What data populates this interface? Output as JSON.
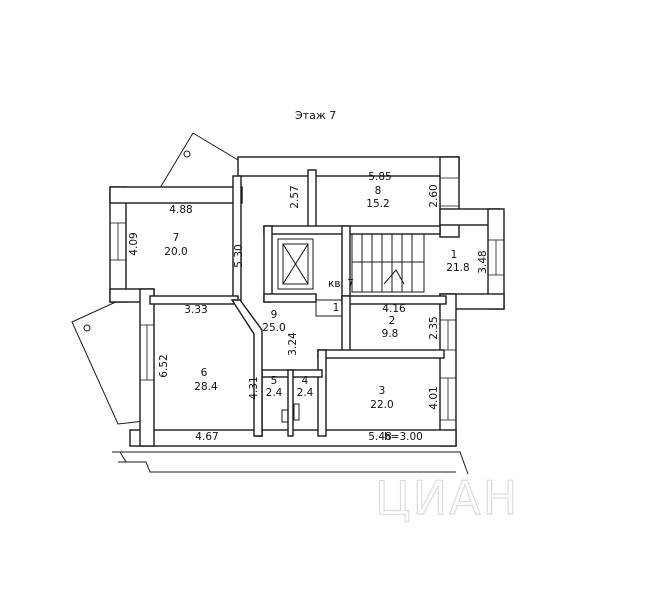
{
  "plan": {
    "title": "Этаж 7",
    "apartment_label": "кв. 7",
    "height_label": "h=3.00",
    "watermark": "ЦИАН"
  },
  "rooms": [
    {
      "number": "1",
      "area": "21.8"
    },
    {
      "number": "2",
      "area": "9.8"
    },
    {
      "number": "3",
      "area": "22.0"
    },
    {
      "number": "4",
      "area": "2.4"
    },
    {
      "number": "5",
      "area": "2.4"
    },
    {
      "number": "6",
      "area": "28.4"
    },
    {
      "number": "7",
      "area": "20.0"
    },
    {
      "number": "8",
      "area": "15.2"
    },
    {
      "number": "9",
      "area": "25.0"
    }
  ],
  "corridor_label": "1",
  "dimensions": [
    "5.85",
    "2.57",
    "2.60",
    "4.88",
    "4.09",
    "5.30",
    "3.48",
    "4.16",
    "2.35",
    "3.33",
    "6.52",
    "4.31",
    "3.24",
    "4.01",
    "4.67",
    "5.48"
  ]
}
